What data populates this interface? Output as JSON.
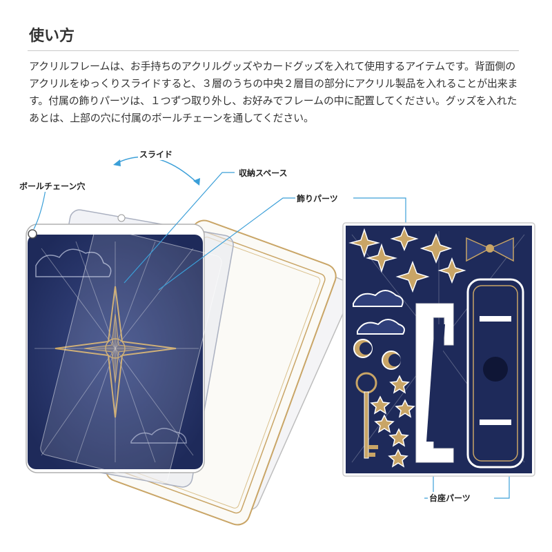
{
  "section": {
    "title": "使い方",
    "description": "アクリルフレームは、お手持ちのアクリルグッズやカードグッズを入れて使用するアイテムです。背面側のアクリルをゆっくりスライドすると、３層のうちの中央２層目の部分にアクリル製品を入れることが出来ます。付属の飾りパーツは、１つずつ取り外し、お好みでフレームの中に配置してください。グッズを入れたあとは、上部の穴に付属のボールチェーンを通してください。"
  },
  "labels": {
    "slide": "スライド",
    "ball_chain_hole": "ボールチェーン穴",
    "storage_space": "収納スペース",
    "decoration_parts": "飾りパーツ",
    "stand_parts": "台座パーツ"
  },
  "colors": {
    "navy": "#1e2a5a",
    "gold": "#c9a566",
    "callout_line": "#3b9fd8",
    "text": "#333333"
  }
}
